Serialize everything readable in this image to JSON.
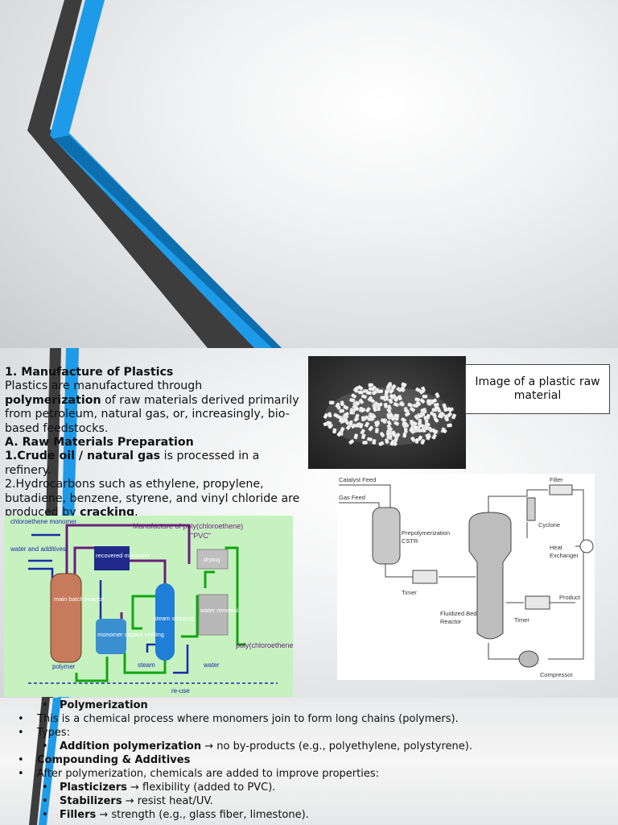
{
  "content_slide": {
    "heading": "1. Manufacture of Plastics",
    "intro_pre": "Plastics are manufactured through",
    "intro_bold": "polymerization",
    "intro_post": " of raw materials derived primarily from petroleum, natural gas, or, increasingly, bio-based feedstocks.",
    "section_a": "A. Raw Materials Preparation",
    "item1_bold": "1.Crude oil / natural gas",
    "item1_post": " is processed in a refinery.",
    "item2_pre": "2.Hydrocarbons such as ethylene, propylene, butadiene, benzene, styrene, and vinyl chloride are produced by ",
    "item2_bold": "cracking",
    "item2_post": ".",
    "image_caption": "Image of a plastic raw material"
  },
  "pvc_diagram": {
    "title_line1": "Manufacture of poly(chloroethene)",
    "title_line2": "\"PVC\"",
    "chloroethene_monomer": "chloroethene monomer",
    "water_additives": "water and additives",
    "recovered_monomer": "recovered monomer",
    "drying": "drying",
    "main_batch_reactor": "main batch reactor",
    "monomer_vapour_venting": "monomer vapour venting",
    "steam_stripping": "steam stripping",
    "water_removal": "water removal",
    "poly_chloroethene": "poly(chloroethene)",
    "polymer": "polymer",
    "steam": "steam",
    "water": "water",
    "re_use": "re-use"
  },
  "fbr_diagram": {
    "catalyst_feed": "Catalyst Feed",
    "gas_feed": "Gas Feed",
    "prepolymerization": "Prepolymerization",
    "cstr": "CSTR",
    "filter": "Filter",
    "cyclone": "Cyclone",
    "heat": "Heat",
    "exchanger": "Exchanger",
    "timer_left": "Timer",
    "timer_right": "Timer",
    "product": "Product",
    "fluidized_bed": "Fluidized Bed",
    "reactor": "Reactor",
    "compressor": "Compressor"
  },
  "list_slide": {
    "items": [
      {
        "bold": "Polymerization",
        "text": ""
      },
      {
        "bold": "",
        "text": "This is a chemical process where monomers join to form long chains (polymers)."
      },
      {
        "bold": "",
        "text": "Types:"
      },
      {
        "bold": "Addition polymerization",
        "text": " → no by-products (e.g., polyethylene, polystyrene)."
      },
      {
        "bold": "Compounding & Additives",
        "text": ""
      },
      {
        "bold": "",
        "text": "After polymerization, chemicals are added to improve properties:"
      },
      {
        "bold": "Plasticizers",
        "text": " → flexibility (added to PVC)."
      },
      {
        "bold": "Stabilizers",
        "text": " → resist heat/UV."
      },
      {
        "bold": "Fillers",
        "text": " → strength (e.g., glass fiber, limestone)."
      }
    ]
  },
  "colors": {
    "accent_blue": "#1e9be8",
    "dark_stripe": "#3a3a3a",
    "pvc_purple": "#6a1f7a",
    "pvc_green": "#12a512",
    "pvc_blue": "#1a2ea8"
  }
}
